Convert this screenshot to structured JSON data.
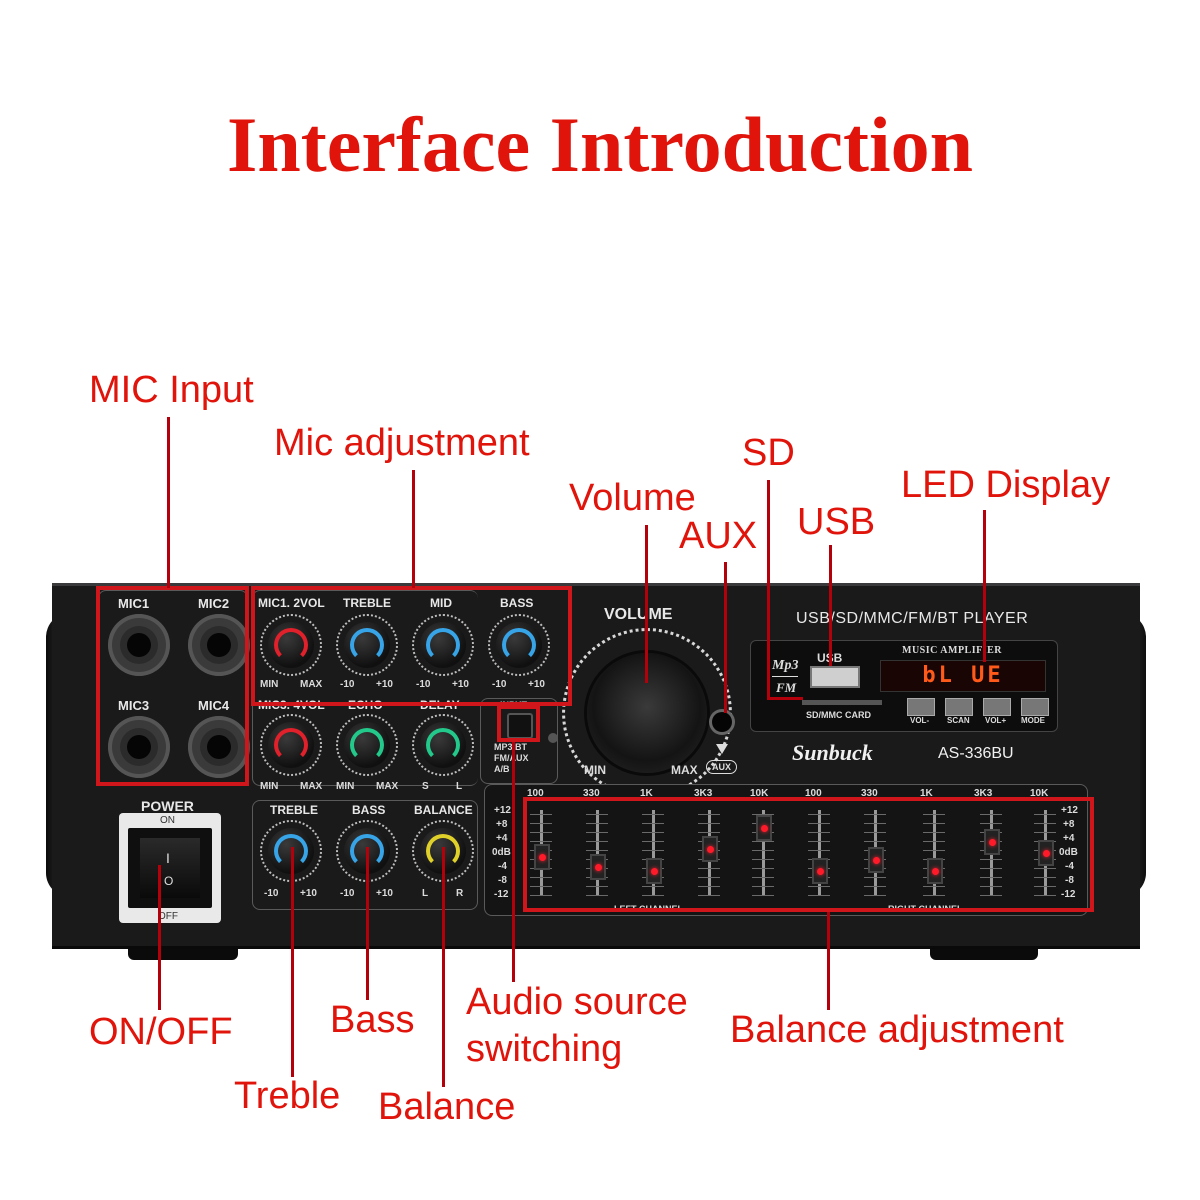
{
  "title": "Interface Introduction",
  "callouts": {
    "mic_input": "MIC Input",
    "mic_adjustment": "Mic adjustment",
    "volume": "Volume",
    "aux": "AUX",
    "sd": "SD",
    "usb": "USB",
    "led_display": "LED Display",
    "on_off": "ON/OFF",
    "treble": "Treble",
    "bass": "Bass",
    "balance": "Balance",
    "audio_source_1": "Audio source",
    "audio_source_2": "switching",
    "balance_adjustment": "Balance adjustment"
  },
  "amp": {
    "mic_jacks": [
      "MIC1",
      "MIC2",
      "MIC3",
      "MIC4"
    ],
    "mic_row1": [
      {
        "label": "MIC1. 2VOL",
        "left": "MIN",
        "right": "MAX",
        "color": "#e0202a"
      },
      {
        "label": "TREBLE",
        "left": "-10",
        "right": "+10",
        "color": "#37a4e8"
      },
      {
        "label": "MID",
        "left": "-10",
        "right": "+10",
        "color": "#37a4e8"
      },
      {
        "label": "BASS",
        "left": "-10",
        "right": "+10",
        "color": "#37a4e8"
      }
    ],
    "mic_row2": [
      {
        "label": "MIC3. 4VOL",
        "left": "MIN",
        "right": "MAX",
        "color": "#e0202a"
      },
      {
        "label": "ECHO",
        "left": "MIN",
        "right": "MAX",
        "color": "#22c98a"
      },
      {
        "label": "DELAY",
        "left": "S",
        "right": "L",
        "color": "#22c98a"
      }
    ],
    "tone": [
      {
        "label": "TREBLE",
        "left": "-10",
        "right": "+10",
        "color": "#37a4e8"
      },
      {
        "label": "BASS",
        "left": "-10",
        "right": "+10",
        "color": "#37a4e8"
      },
      {
        "label": "BALANCE",
        "left": "L",
        "right": "R",
        "color": "#e0d02a"
      }
    ],
    "power": {
      "label": "POWER",
      "on": "ON",
      "off": "OFF",
      "rocker_top": "I",
      "rocker_bottom": "O"
    },
    "volume": {
      "label": "VOLUME",
      "min": "MIN",
      "max": "MAX",
      "aux": "AUX"
    },
    "source": {
      "title": "INPUT",
      "opt1": "MP3/BT",
      "opt2": "FM/AUX",
      "opt3": "A/B"
    },
    "player": {
      "title": "USB/SD/MMC/FM/BT PLAYER",
      "subtitle": "MUSIC AMPLIFIER",
      "usb": "USB",
      "sd_card": "SD/MMC CARD",
      "mp3": "Mp3",
      "fm": "FM",
      "display": "bL UE",
      "buttons": [
        "VOL-",
        "SCAN",
        "VOL+",
        "MODE"
      ]
    },
    "brand": "Sunbuck",
    "model": "AS-336BU",
    "eq": {
      "freqs": [
        "100",
        "330",
        "1K",
        "3K3",
        "10K",
        "100",
        "330",
        "1K",
        "3K3",
        "10K"
      ],
      "db": [
        "+12",
        "+8",
        "+4",
        "0dB",
        "-4",
        "-8",
        "-12"
      ],
      "left_channel": "LEFT CHANNEL",
      "right_channel": "RIGHT CHANNEL",
      "levels": [
        -1,
        -4,
        -5,
        1,
        7,
        -5,
        -2,
        -5,
        3,
        0
      ]
    }
  }
}
